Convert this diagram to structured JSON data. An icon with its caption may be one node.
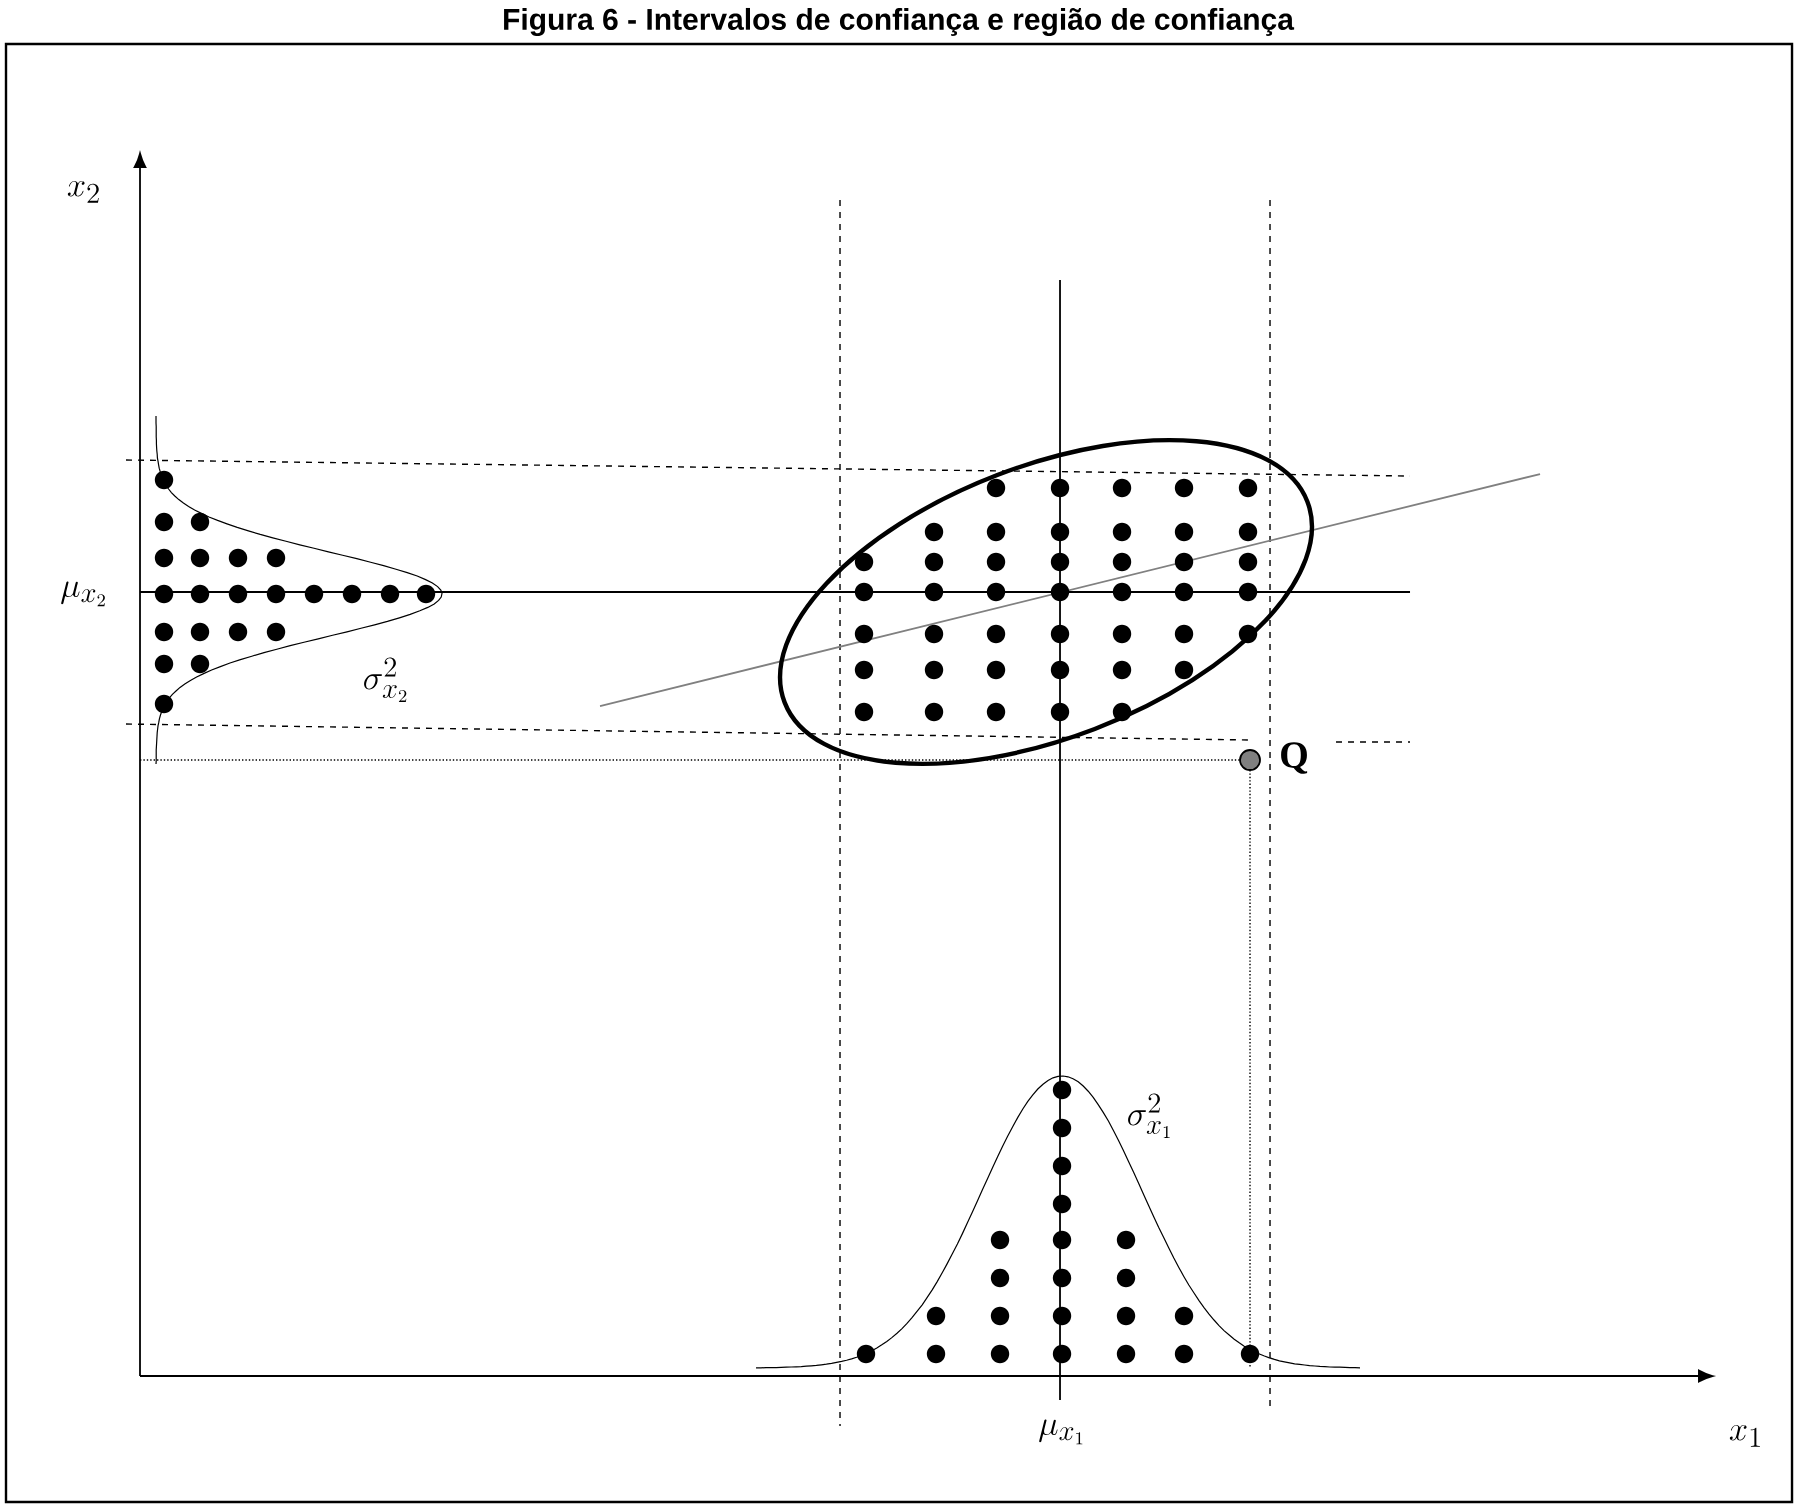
{
  "diagram": {
    "title": "Figura 6 - Intervalos de confiança e região de confiança",
    "labels": [
      "x_2",
      "\\mu_{x_2}",
      "\\sigma_{x_2}^{2}",
      "Q",
      "\\sigma_{x_1}^{2}",
      "\\mu_{x_1}",
      "x_1"
    ]
  }
}
